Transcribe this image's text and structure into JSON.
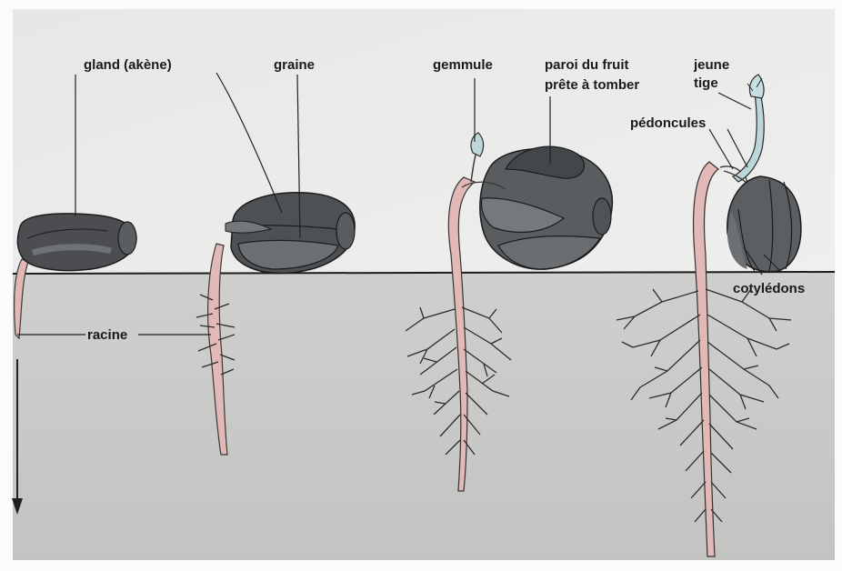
{
  "labels": {
    "acorn": "gland (akène)",
    "seed": "graine",
    "plumule": "gemmule",
    "fruit_wall_line1": "paroi du fruit",
    "fruit_wall_line2": "prête à tomber",
    "young_stem_line1": "jeune",
    "young_stem_line2": "tige",
    "peduncles": "pédoncules",
    "cotyledons": "cotylédons",
    "root": "racine"
  },
  "colors": {
    "soil": "#cdcccb",
    "sky": "#ececea",
    "seed_dark": "#4d4f52",
    "seed_mid": "#6d7174",
    "root_pink": "#e2b9b7",
    "stem_blue": "#bcd6da"
  },
  "stages": [
    {
      "stage": 1,
      "parts": [
        "gland (akène)",
        "racine"
      ]
    },
    {
      "stage": 2,
      "parts": [
        "graine",
        "racine"
      ]
    },
    {
      "stage": 3,
      "parts": [
        "gemmule",
        "paroi du fruit prête à tomber"
      ]
    },
    {
      "stage": 4,
      "parts": [
        "jeune tige",
        "pédoncules",
        "cotylédons"
      ]
    }
  ]
}
